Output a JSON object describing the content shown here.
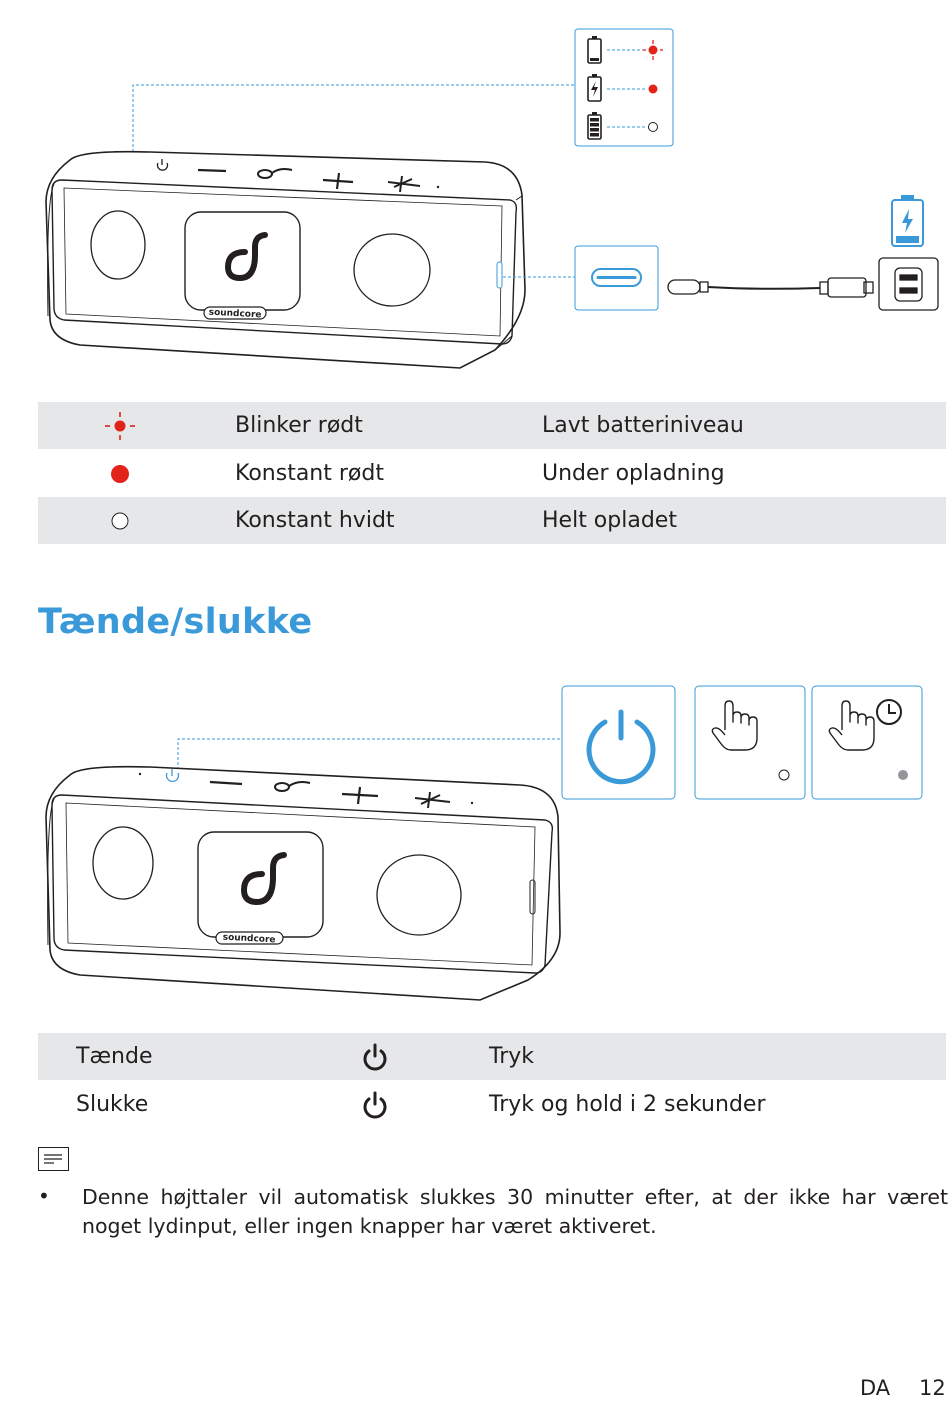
{
  "charge_status_table": {
    "rows": [
      {
        "indicator": "red-blinking-icon",
        "state": "Blinker rødt",
        "meaning": "Lavt batteriniveau"
      },
      {
        "indicator": "red-solid-dot-icon",
        "state": "Konstant rødt",
        "meaning": "Under opladning"
      },
      {
        "indicator": "white-solid-dot-icon",
        "state": "Konstant hvidt",
        "meaning": "Helt opladet"
      }
    ]
  },
  "speaker_illustration": {
    "brand_label": "soundcore"
  },
  "power_section": {
    "heading": "Tænde/slukke",
    "table": {
      "rows": [
        {
          "action": "Tænde",
          "icon": "power-icon",
          "operation": "Tryk"
        },
        {
          "action": "Slukke",
          "icon": "power-icon",
          "operation": "Tryk og hold i 2 sekunder"
        }
      ]
    }
  },
  "note": {
    "icon": "note-icon",
    "bullet": "•",
    "text": "Denne højttaler vil automatisk slukkes 30 minutter efter, at der ikke har været noget lydinput, eller ingen knapper har været aktiveret."
  },
  "footer": {
    "language": "DA",
    "page_number": "12"
  },
  "colors": {
    "accent_blue": "#3a9ad9",
    "indicator_red": "#e2231a",
    "table_shade": "#e6e7e8",
    "text": "#231f20"
  }
}
